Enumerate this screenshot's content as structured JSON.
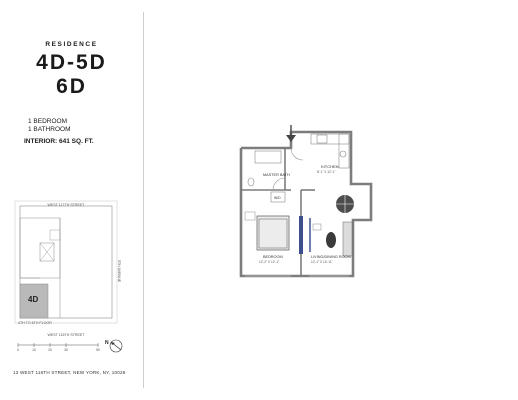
{
  "header": {
    "residence_label": "RESIDENCE",
    "units_line1": "4D-5D",
    "units_line2": "6D",
    "bedrooms": "1  BEDROOM",
    "bathrooms": "1  BATHROOM",
    "interior": "INTERIOR:  641 SQ. FT."
  },
  "keyplan": {
    "street_top": "WEST 117TH STREET",
    "street_bottom": "WEST 116TH STREET",
    "avenue": "5TH AVENUE",
    "floor_range": "4TH TO 6TH FLOOR",
    "unit_tag": "4D",
    "scale_ticks": [
      "0",
      "10",
      "20",
      "30",
      "50"
    ],
    "north": "N"
  },
  "floorplan": {
    "rooms": [
      {
        "name": "KITCHEN",
        "dims": "8'-1\" X 12'-1\""
      },
      {
        "name": "MASTER BATH",
        "dims": ""
      },
      {
        "name": "BEDROOM",
        "dims": "12'-2\" X 12'-1\""
      },
      {
        "name": "LIVING/DINING ROOM",
        "dims": "12'-1\" X 14'-11\""
      }
    ],
    "wd_label": "W/D"
  },
  "footer": {
    "address": "13 WEST 116TH STREET, NEW YORK, NY, 10026"
  },
  "colors": {
    "highlight": "#b9b9b9",
    "walls": "#7d7d7d",
    "accent_door": "#3c4f8c",
    "lines": "#8a8a8a"
  }
}
